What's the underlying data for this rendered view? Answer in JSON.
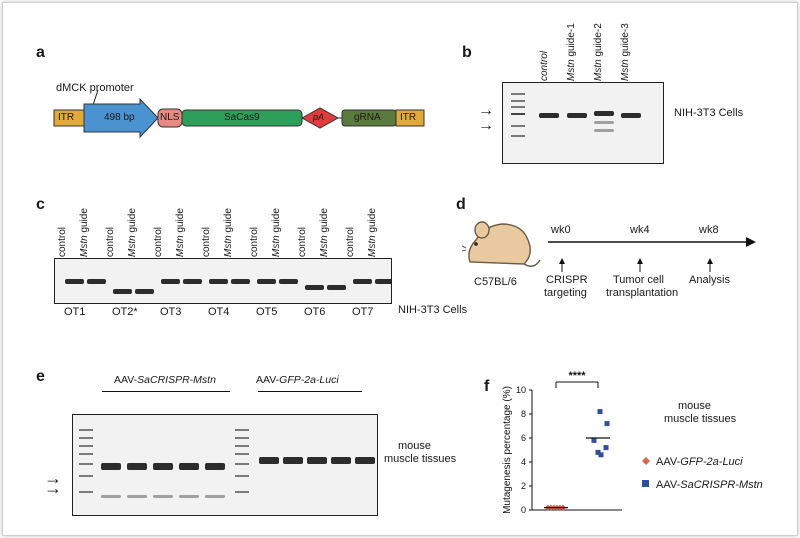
{
  "panels": {
    "a": "a",
    "b": "b",
    "c": "c",
    "d": "d",
    "e": "e",
    "f": "f"
  },
  "panel_a": {
    "promoter_label": "dMCK promoter",
    "segments": [
      {
        "label": "ITR",
        "color": "#e0a93a"
      },
      {
        "label": "498 bp",
        "color": "#4a93d0"
      },
      {
        "label": "NLS",
        "color": "#e58b84"
      },
      {
        "label": "SaCas9",
        "color": "#2e9e5b"
      },
      {
        "label": "pA",
        "color": "#e23b3b"
      },
      {
        "label": "gRNA",
        "color": "#5b7a3d"
      },
      {
        "label": "ITR",
        "color": "#e0a93a"
      }
    ]
  },
  "panel_b": {
    "lanes": [
      {
        "prefix": "control",
        "suffix": ""
      },
      {
        "prefix": "Mstn",
        "suffix": " guide-1"
      },
      {
        "prefix": "Mstn",
        "suffix": " guide-2"
      },
      {
        "prefix": "Mstn",
        "suffix": " guide-3"
      }
    ],
    "cell_label": "NIH-3T3 Cells"
  },
  "panel_c": {
    "lane_control": "control",
    "lane_guide_italic": "Mstn",
    "lane_guide_rest": " guide",
    "targets": [
      "OT1",
      "OT2*",
      "OT3",
      "OT4",
      "OT5",
      "OT6",
      "OT7"
    ],
    "cell_label": "NIH-3T3 Cells"
  },
  "panel_d": {
    "mouse_label": "C57BL/6",
    "timepoints": [
      "wk0",
      "wk4",
      "wk8"
    ],
    "events": [
      [
        "CRISPR",
        "targeting"
      ],
      [
        "Tumor cell",
        "transplantation"
      ],
      [
        "Analysis"
      ]
    ]
  },
  "panel_e": {
    "group1": {
      "prefix": "AAV-",
      "italic": "SaCRISPR-Mstn"
    },
    "group2": {
      "prefix": "AAV-",
      "italic": "GFP-2a-Luci"
    },
    "tissue_label": [
      "mouse",
      "muscle tissues"
    ]
  },
  "panel_f": {
    "ylabel": "Mutagenesis percentage (%)",
    "tissue_label": [
      "mouse",
      "muscle tissues"
    ],
    "significance": "****",
    "legend": [
      {
        "prefix": "AAV-",
        "italic": "GFP-2a-Luci",
        "color": "#d9674f",
        "shape": "diamond"
      },
      {
        "prefix": "AAV-",
        "italic": "SaCRISPR-Mstn",
        "color": "#2f4f9e",
        "shape": "square"
      }
    ]
  },
  "chart_data": {
    "type": "scatter",
    "ylabel": "Mutagenesis percentage (%)",
    "ylim": [
      0,
      10
    ],
    "yticks": [
      0,
      2,
      4,
      6,
      8,
      10
    ],
    "grid": false,
    "legend_position": "right",
    "series": [
      {
        "name": "AAV-GFP-2a-Luci",
        "color": "#d9674f",
        "group": 0,
        "values": [
          0.2,
          0.2,
          0.2,
          0.2,
          0.2,
          0.2
        ],
        "mean": 0.2
      },
      {
        "name": "AAV-SaCRISPR-Mstn",
        "color": "#2f4f9e",
        "group": 1,
        "values": [
          8.2,
          7.2,
          5.8,
          5.2,
          4.6,
          4.8
        ],
        "mean": 6.0
      }
    ]
  }
}
